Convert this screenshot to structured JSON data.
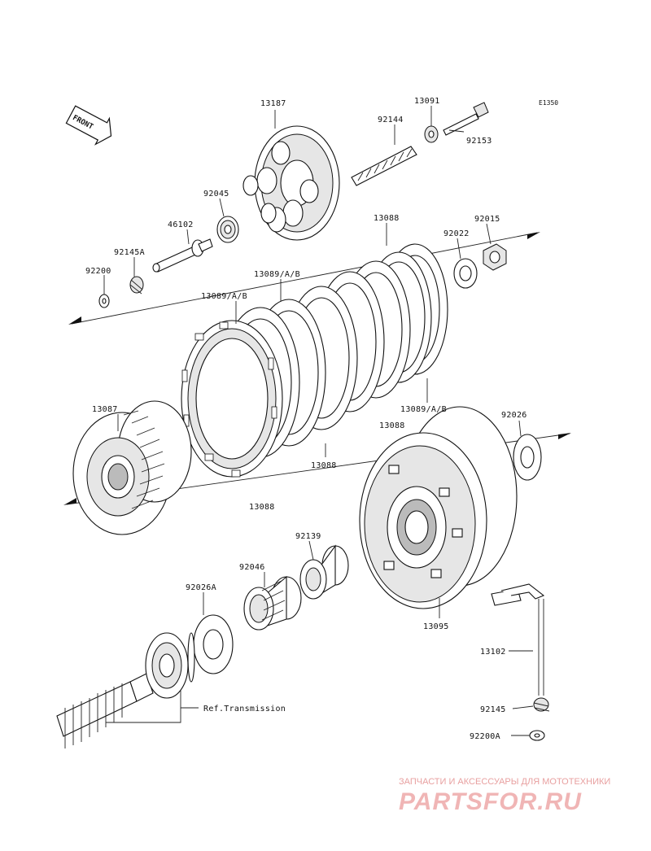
{
  "diagram": {
    "code": "E1350",
    "front_label": "FRONT",
    "parts": [
      {
        "id": "p13187",
        "number": "13187"
      },
      {
        "id": "p13091",
        "number": "13091"
      },
      {
        "id": "p92144",
        "number": "92144"
      },
      {
        "id": "p92153",
        "number": "92153"
      },
      {
        "id": "p92045",
        "number": "92045"
      },
      {
        "id": "p46102",
        "number": "46102"
      },
      {
        "id": "p92145A",
        "number": "92145A"
      },
      {
        "id": "p92200",
        "number": "92200"
      },
      {
        "id": "p13088a",
        "number": "13088"
      },
      {
        "id": "p92015",
        "number": "92015"
      },
      {
        "id": "p92022",
        "number": "92022"
      },
      {
        "id": "p13089a",
        "number": "13089/A/B"
      },
      {
        "id": "p13089b",
        "number": "13089/A/B"
      },
      {
        "id": "p13089c",
        "number": "13089/A/B"
      },
      {
        "id": "p13087",
        "number": "13087"
      },
      {
        "id": "p13088b",
        "number": "13088"
      },
      {
        "id": "p13088c",
        "number": "13088"
      },
      {
        "id": "p13088d",
        "number": "13088"
      },
      {
        "id": "p92026",
        "number": "92026"
      },
      {
        "id": "p92139",
        "number": "92139"
      },
      {
        "id": "p92046",
        "number": "92046"
      },
      {
        "id": "p92026A",
        "number": "92026A"
      },
      {
        "id": "p13095",
        "number": "13095"
      },
      {
        "id": "p13102",
        "number": "13102"
      },
      {
        "id": "p92145",
        "number": "92145"
      },
      {
        "id": "p92200A",
        "number": "92200A"
      }
    ],
    "reference_label": "Ref.Transmission"
  },
  "watermark": {
    "tagline": "ЗАПЧАСТИ И АКСЕССУАРЫ ДЛЯ МОТОТЕХНИКИ",
    "logo": "PARTSFOR.RU"
  },
  "colors": {
    "line": "#111111",
    "watermark": "#f0b5b5"
  }
}
